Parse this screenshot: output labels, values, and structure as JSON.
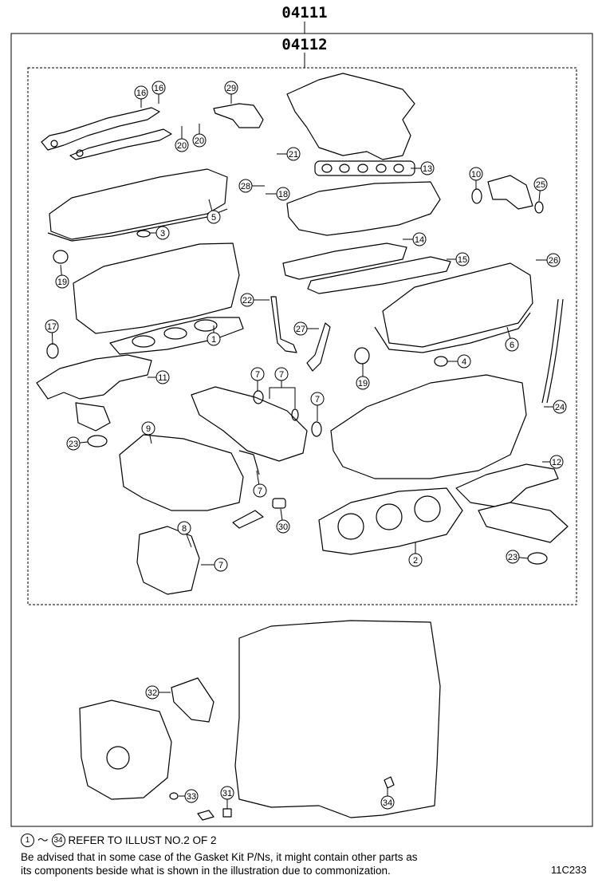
{
  "kit_outer_code": "04111",
  "kit_inner_code": "04112",
  "callouts": [
    {
      "num": "16",
      "part": "a"
    },
    {
      "num": "16",
      "part": "b"
    },
    {
      "num": "29"
    },
    {
      "num": "20",
      "part": "a"
    },
    {
      "num": "20",
      "part": "b"
    },
    {
      "num": "21"
    },
    {
      "num": "28"
    },
    {
      "num": "18"
    },
    {
      "num": "13"
    },
    {
      "num": "10"
    },
    {
      "num": "25"
    },
    {
      "num": "5"
    },
    {
      "num": "3"
    },
    {
      "num": "14"
    },
    {
      "num": "15"
    },
    {
      "num": "26"
    },
    {
      "num": "19",
      "part": "a"
    },
    {
      "num": "22"
    },
    {
      "num": "27"
    },
    {
      "num": "1"
    },
    {
      "num": "17"
    },
    {
      "num": "6"
    },
    {
      "num": "4"
    },
    {
      "num": "19",
      "part": "b"
    },
    {
      "num": "11"
    },
    {
      "num": "7",
      "part": "a"
    },
    {
      "num": "7",
      "part": "b"
    },
    {
      "num": "7",
      "part": "c"
    },
    {
      "num": "24"
    },
    {
      "num": "9"
    },
    {
      "num": "23",
      "part": "a"
    },
    {
      "num": "12"
    },
    {
      "num": "7",
      "part": "d"
    },
    {
      "num": "30"
    },
    {
      "num": "8"
    },
    {
      "num": "23",
      "part": "b"
    },
    {
      "num": "7",
      "part": "e"
    },
    {
      "num": "2"
    },
    {
      "num": "32"
    },
    {
      "num": "33"
    },
    {
      "num": "31"
    },
    {
      "num": "34"
    }
  ],
  "footer": {
    "range_start": "1",
    "range_sep": "～",
    "range_end": "34",
    "refer_text": "REFER TO ILLUST NO.2 OF 2",
    "advice_line1": "Be advised that in some case of the Gasket Kit P/Ns,  it might contain other parts as",
    "advice_line2": "its components beside what is shown in the illustration due to commonization.",
    "illustration_code": "11C233"
  }
}
